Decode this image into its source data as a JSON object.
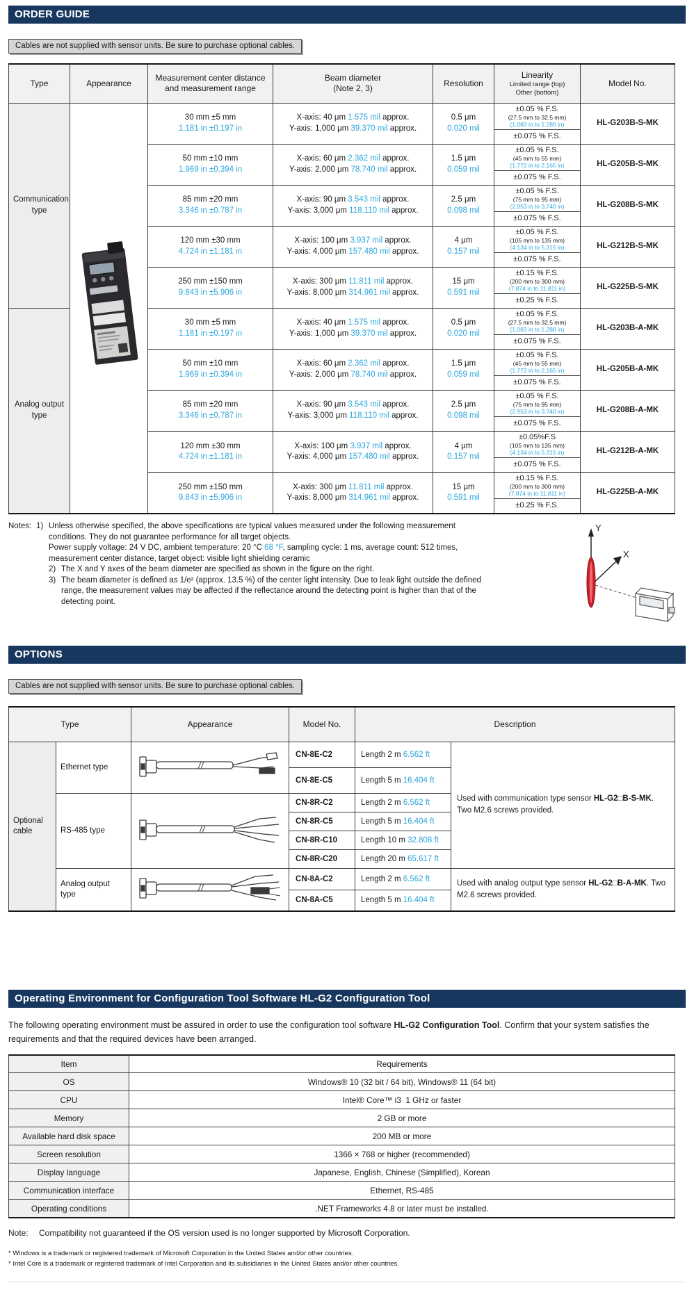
{
  "page": {
    "order_guide_title": "ORDER GUIDE",
    "options_title": "OPTIONS",
    "env_title": "Operating Environment for Configuration Tool Software HL-G2 Configuration Tool",
    "cables_note": "Cables are not supplied with sensor units. Be sure to purchase optional cables."
  },
  "og": {
    "headers": {
      "type": "Type",
      "appearance": "Appearance",
      "measurement": "Measurement center distance and measurement range",
      "beam": "Beam diameter",
      "beam_note": "(Note 2, 3)",
      "resolution": "Resolution",
      "linearity": "Linearity",
      "linearity_sub1": "Limited range (top)",
      "linearity_sub2": "Other (bottom)",
      "model": "Model No."
    },
    "groups": [
      "Communication type",
      "Analog output type"
    ],
    "rows": [
      {
        "mm": "30 mm ±5 mm",
        "in": "1.181 in ±0.197 in",
        "bx_pre": "X-axis: 40 μm ",
        "bx_mil": "1.575 mil",
        "bx_post": " approx.",
        "by_pre": "Y-axis: 1,000 μm ",
        "by_mil": "39.370 mil",
        "by_post": " approx.",
        "res": "0.5 μm",
        "res_mil": "0.020 mil",
        "lt": "±0.05 % F.S.",
        "lmm": "(27.5 mm to 32.5 mm)",
        "lin": "(1.083 in to 1.280 in)",
        "lb": "±0.075 % F.S.",
        "model": "HL-G203B-S-MK"
      },
      {
        "mm": "50 mm ±10 mm",
        "in": "1.969 in ±0.394 in",
        "bx_pre": "X-axis: 60 μm ",
        "bx_mil": "2.362 mil",
        "bx_post": " approx.",
        "by_pre": "Y-axis: 2,000 μm ",
        "by_mil": "78.740 mil",
        "by_post": " approx.",
        "res": "1.5 μm",
        "res_mil": "0.059 mil",
        "lt": "±0.05 % F.S.",
        "lmm": "(45 mm to 55 mm)",
        "lin": "(1.772 in to 2.165 in)",
        "lb": "±0.075 % F.S.",
        "model": "HL-G205B-S-MK"
      },
      {
        "mm": "85 mm ±20 mm",
        "in": "3.346 in ±0.787 in",
        "bx_pre": "X-axis: 90 μm ",
        "bx_mil": "3.543 mil",
        "bx_post": " approx.",
        "by_pre": "Y-axis: 3,000 μm ",
        "by_mil": "118.110 mil",
        "by_post": " approx.",
        "res": "2.5 μm",
        "res_mil": "0.098 mil",
        "lt": "±0.05 % F.S.",
        "lmm": "(75 mm to 95 mm)",
        "lin": "(2.953 in to 3.740 in)",
        "lb": "±0.075 % F.S.",
        "model": "HL-G208B-S-MK"
      },
      {
        "mm": "120 mm ±30 mm",
        "in": "4.724 in ±1.181 in",
        "bx_pre": "X-axis: 100 μm ",
        "bx_mil": "3.937 mil",
        "bx_post": " approx.",
        "by_pre": "Y-axis: 4,000 μm ",
        "by_mil": "157.480 mil",
        "by_post": " approx.",
        "res": "4 μm",
        "res_mil": "0.157 mil",
        "lt": "±0.05 % F.S.",
        "lmm": "(105 mm to 135 mm)",
        "lin": "(4.134 in to 5.315 in)",
        "lb": "±0.075 % F.S.",
        "model": "HL-G212B-S-MK"
      },
      {
        "mm": "250 mm ±150 mm",
        "in": "9.843 in ±5.906 in",
        "bx_pre": "X-axis: 300 μm ",
        "bx_mil": "11.811 mil",
        "bx_post": " approx.",
        "by_pre": "Y-axis: 8,000 μm ",
        "by_mil": "314.961 mil",
        "by_post": " approx.",
        "res": "15 μm",
        "res_mil": "0.591 mil",
        "lt": "±0.15 % F.S.",
        "lmm": "(200 mm to 300 mm)",
        "lin": "(7.874 in to 11.811 in)",
        "lb": "±0.25 % F.S.",
        "model": "HL-G225B-S-MK"
      },
      {
        "mm": "30 mm ±5 mm",
        "in": "1.181 in ±0.197 in",
        "bx_pre": "X-axis: 40 μm ",
        "bx_mil": "1.575 mil",
        "bx_post": " approx.",
        "by_pre": "Y-axis: 1,000 μm ",
        "by_mil": "39.370 mil",
        "by_post": " approx.",
        "res": "0.5 μm",
        "res_mil": "0.020 mil",
        "lt": "±0.05 % F.S.",
        "lmm": "(27.5 mm to 32.5 mm)",
        "lin": "(1.083 in to 1.280 in)",
        "lb": "±0.075 % F.S.",
        "model": "HL-G203B-A-MK"
      },
      {
        "mm": "50 mm ±10 mm",
        "in": "1.969 in ±0.394 in",
        "bx_pre": "X-axis: 60 μm ",
        "bx_mil": "2.362 mil",
        "bx_post": " approx.",
        "by_pre": "Y-axis: 2,000 μm ",
        "by_mil": "78.740 mil",
        "by_post": " approx.",
        "res": "1.5 μm",
        "res_mil": "0.059 mil",
        "lt": "±0.05 % F.S.",
        "lmm": "(45 mm to 55 mm)",
        "lin": "(1.772 in to 2.165 in)",
        "lb": "±0.075 % F.S.",
        "model": "HL-G205B-A-MK"
      },
      {
        "mm": "85 mm ±20 mm",
        "in": "3.346 in ±0.787 in",
        "bx_pre": "X-axis: 90 μm ",
        "bx_mil": "3.543 mil",
        "bx_post": " approx.",
        "by_pre": "Y-axis: 3,000 μm ",
        "by_mil": "118.110 mil",
        "by_post": " approx.",
        "res": "2.5 μm",
        "res_mil": "0.098 mil",
        "lt": "±0.05 % F.S.",
        "lmm": "(75 mm to 95 mm)",
        "lin": "(2.953 in to 3.740 in)",
        "lb": "±0.075 % F.S.",
        "model": "HL-G208B-A-MK"
      },
      {
        "mm": "120 mm ±30 mm",
        "in": "4.724 in ±1.181 in",
        "bx_pre": "X-axis: 100 μm ",
        "bx_mil": "3.937 mil",
        "bx_post": " approx.",
        "by_pre": "Y-axis: 4,000 μm ",
        "by_mil": "157.480 mil",
        "by_post": " approx.",
        "res": "4 μm",
        "res_mil": "0.157 mil",
        "lt": "±0.05%F.S",
        "lmm": "(105 mm to 135 mm)",
        "lin": "(4.134 in to 5.315 in)",
        "lb": "±0.075 % F.S.",
        "model": "HL-G212B-A-MK"
      },
      {
        "mm": "250 mm ±150 mm",
        "in": "9.843 in ±5.906 in",
        "bx_pre": "X-axis: 300 μm ",
        "bx_mil": "11.811 mil",
        "bx_post": " approx.",
        "by_pre": "Y-axis: 8,000 μm ",
        "by_mil": "314.961 mil",
        "by_post": " approx.",
        "res": "15 μm",
        "res_mil": "0.591 mil",
        "lt": "±0.15 % F.S.",
        "lmm": "(200 mm to 300 mm)",
        "lin": "(7.874 in to 11.811 in)",
        "lb": "±0.25 % F.S.",
        "model": "HL-G225B-A-MK"
      }
    ]
  },
  "notes": {
    "label": "Notes:",
    "n1_num": "1)",
    "n1_l1": "Unless otherwise specified, the above specifications are typical values measured under the following measurement",
    "n1_l2": "conditions. They do not guarantee performance for all target objects.",
    "n1_l3_pre": "Power supply voltage: 24 V DC, ambient temperature: 20 °C ",
    "n1_l3_blue": "68 °F",
    "n1_l3_post": ", sampling cycle: 1 ms, average count: 512 times,",
    "n1_l4": "measurement center distance, target object: visible light shielding ceramic",
    "n2_num": "2)",
    "n2": "The X and Y axes of the beam diameter are specified as shown in the figure on the right.",
    "n3_num": "3)",
    "n3_l1": "The beam diameter is defined as 1/e² (approx. 13.5 %) of the center light intensity. Due to leak light outside the defined",
    "n3_l2": "range, the measurement values may be affected if the reflectance around the detecting point is higher than that of the",
    "n3_l3": "detecting point."
  },
  "diagram": {
    "x_label": "X",
    "y_label": "Y"
  },
  "opt": {
    "headers": {
      "type": "Type",
      "appearance": "Appearance",
      "model": "Model No.",
      "description": "Description"
    },
    "group": "Optional cable",
    "types": [
      "Ethernet type",
      "RS-485 type",
      "Analog output type"
    ],
    "rows": [
      {
        "model": "CN-8E-C2",
        "len": "Length 2 m ",
        "ft": "6.562 ft"
      },
      {
        "model": "CN-8E-C5",
        "len": "Length 5 m ",
        "ft": "16.404 ft"
      },
      {
        "model": "CN-8R-C2",
        "len": "Length 2 m ",
        "ft": "6.562 ft"
      },
      {
        "model": "CN-8R-C5",
        "len": "Length 5 m ",
        "ft": "16.404 ft"
      },
      {
        "model": "CN-8R-C10",
        "len": "Length 10 m ",
        "ft": "32.808 ft"
      },
      {
        "model": "CN-8R-C20",
        "len": "Length 20 m ",
        "ft": "65.617 ft"
      },
      {
        "model": "CN-8A-C2",
        "len": "Length 2 m ",
        "ft": "6.562 ft"
      },
      {
        "model": "CN-8A-C5",
        "len": "Length 5 m ",
        "ft": "16.404 ft"
      }
    ],
    "desc_comm_pre": "Used with communication type sensor ",
    "desc_comm_model": "HL-G2□B-S-MK",
    "desc_comm_post": ". Two M2.6 screws provided.",
    "desc_analog_pre": "Used with analog output type sensor ",
    "desc_analog_model": "HL-G2□B-A-MK",
    "desc_analog_post": ". Two M2.6 screws provided."
  },
  "env": {
    "intro_pre": "The following operating environment must be assured in order to use the configuration tool software ",
    "intro_bold": "HL-G2 Configuration Tool",
    "intro_post": ". Confirm that your system satisfies the requirements and that the required devices have been arranged.",
    "headers": {
      "item": "Item",
      "req": "Requirements"
    },
    "rows": [
      {
        "item": "OS",
        "value": "Windows® 10 (32 bit / 64 bit), Windows® 11 (64 bit)"
      },
      {
        "item": "CPU",
        "value": "Intel® Core™ i3  1 GHz or faster"
      },
      {
        "item": "Memory",
        "value": "2 GB or more"
      },
      {
        "item": "Available hard disk space",
        "value": "200 MB or more"
      },
      {
        "item": "Screen resolution",
        "value": "1366 × 768 or higher (recommended)"
      },
      {
        "item": "Display language",
        "value": "Japanese, English, Chinese (Simplified), Korean"
      },
      {
        "item": "Communication interface",
        "value": "Ethernet, RS-485"
      },
      {
        "item": "Operating conditions",
        "value": ".NET Frameworks 4.8 or later must be installed."
      }
    ],
    "note_label": "Note:",
    "note_text": "Compatibility not guaranteed if the OS version used is no longer supported by Microsoft Corporation.",
    "footnotes": [
      "* Windows is a trademark or registered trademark of Microsoft Corporation in the United States and/or other countries.",
      "* Intel Core is a trademark or registered trademark of Intel Corporation and its subsidiaries in the United States and/or other countries."
    ]
  },
  "colors": {
    "banner": "#17375e",
    "accent_blue": "#2ba7df",
    "beam_red": "#c9202a"
  }
}
